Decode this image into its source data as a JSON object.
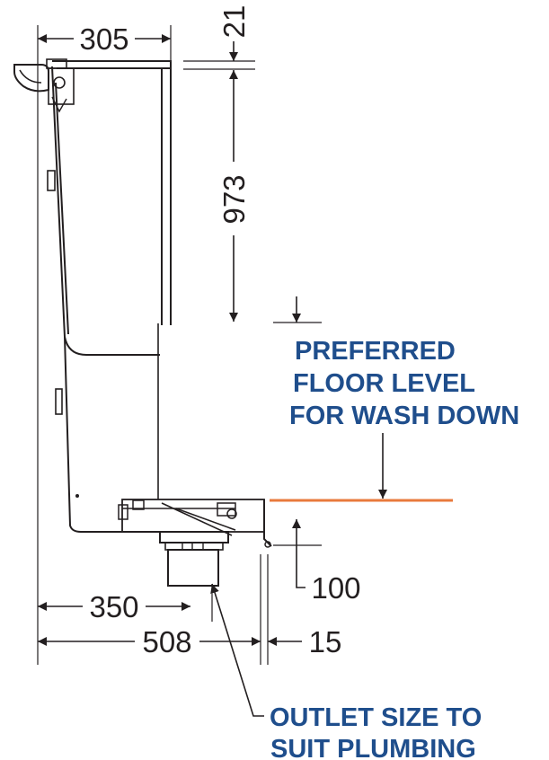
{
  "dimensions": {
    "top_width": "305",
    "top_rim": "21",
    "height": "973",
    "below_floor": "100",
    "outlet_offset": "350",
    "depth": "508",
    "lip": "15"
  },
  "notes": {
    "floor_level": [
      "PREFERRED",
      "FLOOR LEVEL",
      "FOR WASH DOWN"
    ],
    "outlet": [
      "OUTLET SIZE TO",
      "SUIT PLUMBING"
    ]
  },
  "colors": {
    "note_text": "#1f4e8c",
    "floor_line": "#e87a3c",
    "line": "#231f20"
  }
}
